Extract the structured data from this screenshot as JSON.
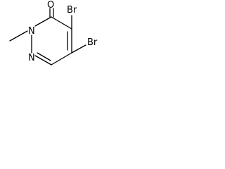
{
  "molecule": {
    "atoms": {
      "oxygen": "O",
      "bromine_top": "Br",
      "bromine_right": "Br",
      "nitrogen_methyl": "N",
      "nitrogen_ring": "N"
    }
  },
  "colors": {
    "bond": "#000000",
    "label": "#000000",
    "background": "#ffffff"
  }
}
